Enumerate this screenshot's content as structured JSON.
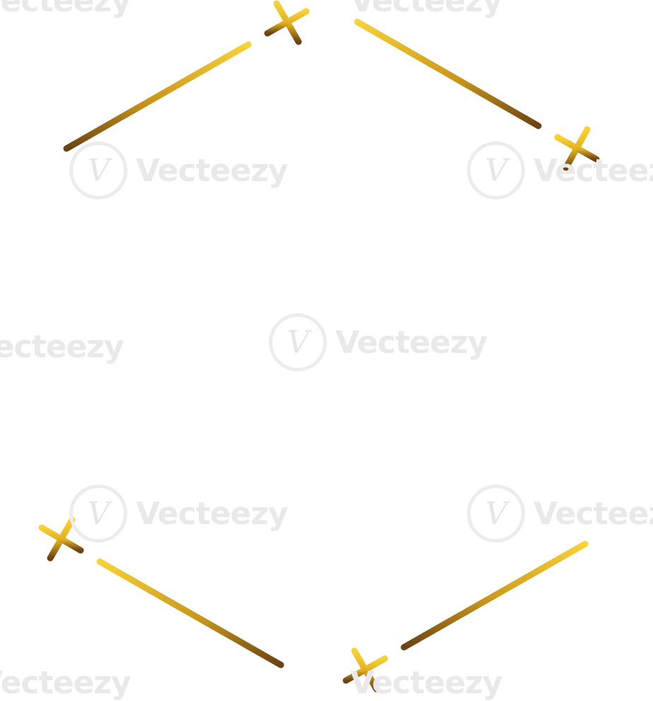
{
  "frame": {
    "shape": "hexagon-frame",
    "stroke_gradient": {
      "light": "#f7d23a",
      "mid": "#e3b21f",
      "dark": "#6b4214"
    },
    "background": "#ffffff"
  },
  "watermark": {
    "text": "Vecteezy",
    "badge_glyph": "V",
    "color": "#e8e8e8"
  }
}
